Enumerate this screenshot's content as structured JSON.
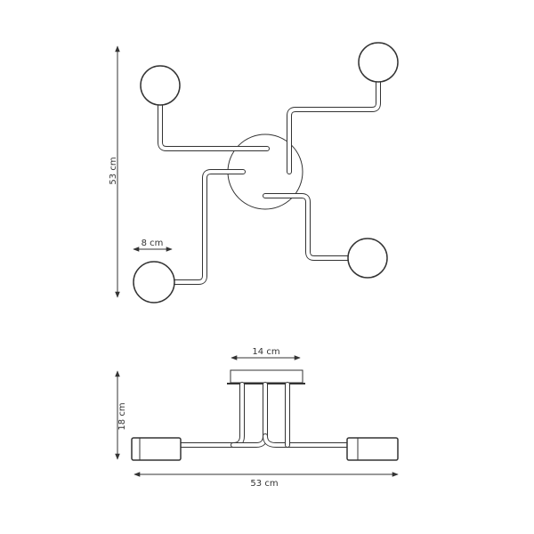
{
  "top_view": {
    "height_label": "53 cm",
    "shade_diameter_label": "8 cm"
  },
  "side_view": {
    "canopy_width_label": "14 cm",
    "height_label": "18 cm",
    "width_label": "53 cm"
  },
  "colors": {
    "line": "#333333",
    "background": "#ffffff"
  }
}
